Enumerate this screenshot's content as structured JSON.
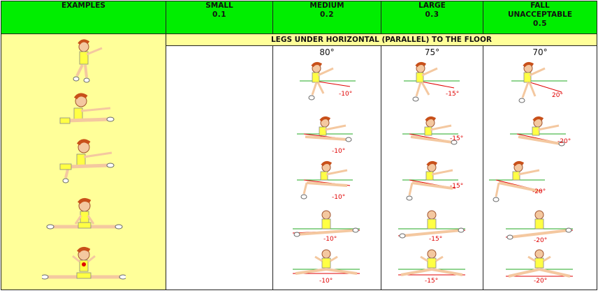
{
  "header": {
    "examples": "EXAMPLES",
    "small_label": "SMALL",
    "small_value": "0.1",
    "medium_label": "MEDIUM",
    "medium_value": "0.2",
    "large_label": "LARGE",
    "large_value": "0.3",
    "fall_label_1": "FALL",
    "fall_label_2": "UNACCEPTABLE",
    "fall_value": "0.5"
  },
  "band": {
    "title": "LEGS UNDER HORIZONTAL (PARALLEL) TO THE FLOOR"
  },
  "columns": {
    "medium": {
      "degree": "80°",
      "angles": [
        "-10°",
        "-10°",
        "-10°",
        "-10°",
        "-10°"
      ]
    },
    "large": {
      "degree": "75°",
      "angles": [
        "-15°",
        "-15°",
        "-15°",
        "-15°",
        "-15°"
      ]
    },
    "fall": {
      "degree": "70°",
      "angles": [
        "20°",
        "-20°",
        "-20°",
        "-20°",
        "-20°"
      ]
    }
  },
  "colors": {
    "header_green": "#00ee00",
    "band_yellow": "#ffff99",
    "angle_red": "#e00000",
    "guide_green": "#22aa22"
  },
  "icons": [
    "gymnast-tuck-jump-icon",
    "gymnast-straddle-jump-icon",
    "gymnast-split-jump-icon",
    "gymnast-side-split-icon",
    "gymnast-front-split-icon"
  ]
}
